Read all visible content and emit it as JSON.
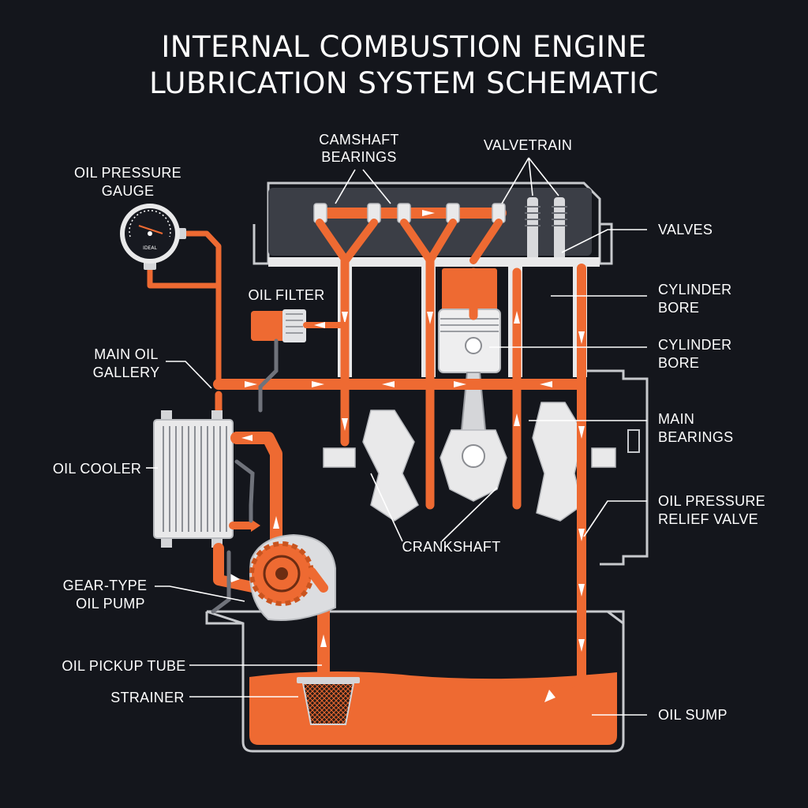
{
  "title": {
    "line1": "INTERNAL COMBUSTION ENGINE",
    "line2": "LUBRICATION SYSTEM SCHEMATIC"
  },
  "labels": {
    "camshaft_l1": "CAMSHAFT",
    "camshaft_l2": "BEARINGS",
    "valvetrain": "VALVETRAIN",
    "gauge_l1": "OIL PRESSURE",
    "gauge_l2": "GAUGE",
    "valves": "VALVES",
    "oil_filter": "OIL FILTER",
    "bore1_l1": "CYLINDER",
    "bore1_l2": "BORE",
    "bore2_l1": "CYLINDER",
    "bore2_l2": "BORE",
    "gallery_l1": "MAIN OIL",
    "gallery_l2": "GALLERY",
    "main_bearings_l1": "MAIN",
    "main_bearings_l2": "BEARINGS",
    "oil_cooler": "OIL COOLER",
    "relief_l1": "OIL PRESSURE",
    "relief_l2": "RELIEF VALVE",
    "crankshaft": "CRANKSHAFT",
    "pump_l1": "GEAR-TYPE",
    "pump_l2": "OIL PUMP",
    "pickup": "OIL PICKUP TUBE",
    "strainer": "STRAINER",
    "sump": "OIL SUMP"
  },
  "gauge": {
    "face_text": "IDEAL"
  },
  "colors": {
    "oil": "#ee6a32",
    "background": "#14161c",
    "metal": "#e9e9ea",
    "head_cover": "#3b3e46"
  }
}
